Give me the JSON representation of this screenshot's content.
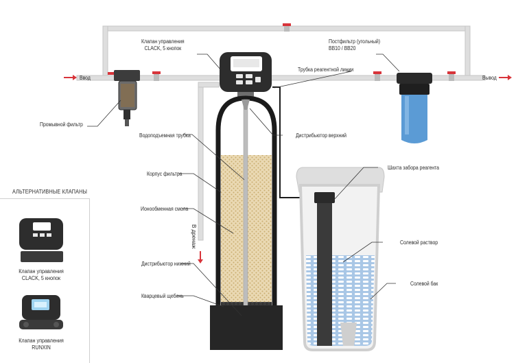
{
  "labels": {
    "inlet": "Ввод",
    "outlet": "Вывод",
    "control_valve": "Клапан управления\nCLACK, 5 кнопок",
    "postfilter": "Постфильтр (угольный)\nBB10 / BB20",
    "reagent_line": "Трубка реагентной линии",
    "flush_filter": "Промывной фильтр",
    "upper_distributor": "Дистрибьютор верхний",
    "riser_tube": "Водоподъемная трубка",
    "filter_body": "Корпус фильтра",
    "ion_resin": "Ионообменная смола",
    "to_drain": "В дренаж",
    "lower_distributor": "Дистрибьютор нижний",
    "quartz_gravel": "Кварцевый щебень",
    "reagent_shaft": "Шахта забора реагента",
    "brine_solution": "Солевой раствор",
    "brine_tank": "Солевой бак"
  },
  "alternatives": {
    "title": "АЛЬТЕРНАТИВНЫЕ КЛАПАНЫ",
    "items": [
      {
        "caption": "Клапан управления\nCLACK, 5 кнопок",
        "icon": "clack-valve-icon"
      },
      {
        "caption": "Клапан управления\nRUNXIN",
        "icon": "runxin-valve-icon"
      }
    ]
  },
  "colors": {
    "pipe": "#dcdcdc",
    "pipe_stroke": "#c4c4c4",
    "valve": "#d8343a",
    "arrow": "#d8343a",
    "resin": "#e6d3a8",
    "resin_dot": "#c9ad70",
    "vessel": "#1c1c1c",
    "brine": "#a9c7e6",
    "filter_blue": "#5b9bd5",
    "gravel": "#3a3a3a"
  }
}
